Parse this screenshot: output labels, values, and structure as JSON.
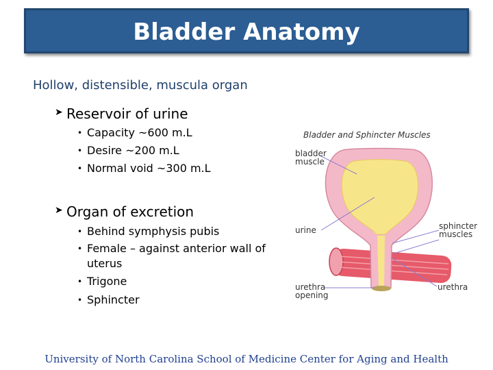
{
  "slide": {
    "title": "Bladder Anatomy",
    "subtitle": "Hollow, distensible, muscula organ",
    "bullets": [
      {
        "text": "Reservoir of urine",
        "subitems": [
          "Capacity ~600 m.L",
          "Desire ~200 m.L",
          "Normal void ~300 m.L"
        ]
      },
      {
        "text": "Organ of excretion",
        "subitems": [
          "Behind symphysis pubis",
          "Female – against anterior wall of uterus",
          "Trigone",
          "Sphincter"
        ]
      }
    ],
    "footer": "University of North Carolina School of Medicine Center for Aging and Health"
  },
  "figure": {
    "title": "Bladder and Sphincter Muscles",
    "label_bladder_1": "bladder",
    "label_bladder_2": "muscle",
    "label_urine": "urine",
    "label_sphincter_1": "sphincter",
    "label_sphincter_2": "muscles",
    "label_urethra": "urethra",
    "label_opening_1": "urethra",
    "label_opening_2": "opening"
  },
  "colors": {
    "title_bg": "#2c5d93",
    "subtitle_text": "#1f3f6b",
    "footer_text": "#1f3f8f",
    "bladder_wall": "#f4b9c8",
    "urine": "#f7e58a",
    "muscle": "#e65a6a"
  }
}
